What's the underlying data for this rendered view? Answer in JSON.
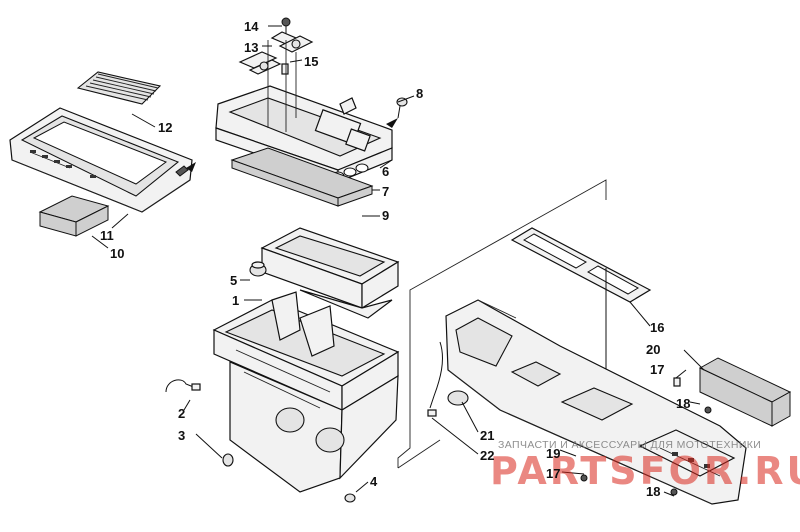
{
  "callouts": {
    "c1": "1",
    "c2": "2",
    "c3": "3",
    "c4": "4",
    "c5": "5",
    "c6": "6",
    "c7": "7",
    "c8": "8",
    "c9": "9",
    "c10": "10",
    "c11": "11",
    "c12": "12",
    "c13": "13",
    "c14": "14",
    "c15": "15",
    "c16": "16",
    "c17a": "17",
    "c17b": "17",
    "c18a": "18",
    "c18b": "18",
    "c19": "19",
    "c20": "20",
    "c21": "21",
    "c22": "22"
  },
  "watermark": {
    "text": "ЗАПЧАСТИ И АКСЕССУАРЫ ДЛЯ МОТОТЕХНИКИ",
    "logo": "PARTSFOR.RU",
    "color": "#d9261c"
  }
}
